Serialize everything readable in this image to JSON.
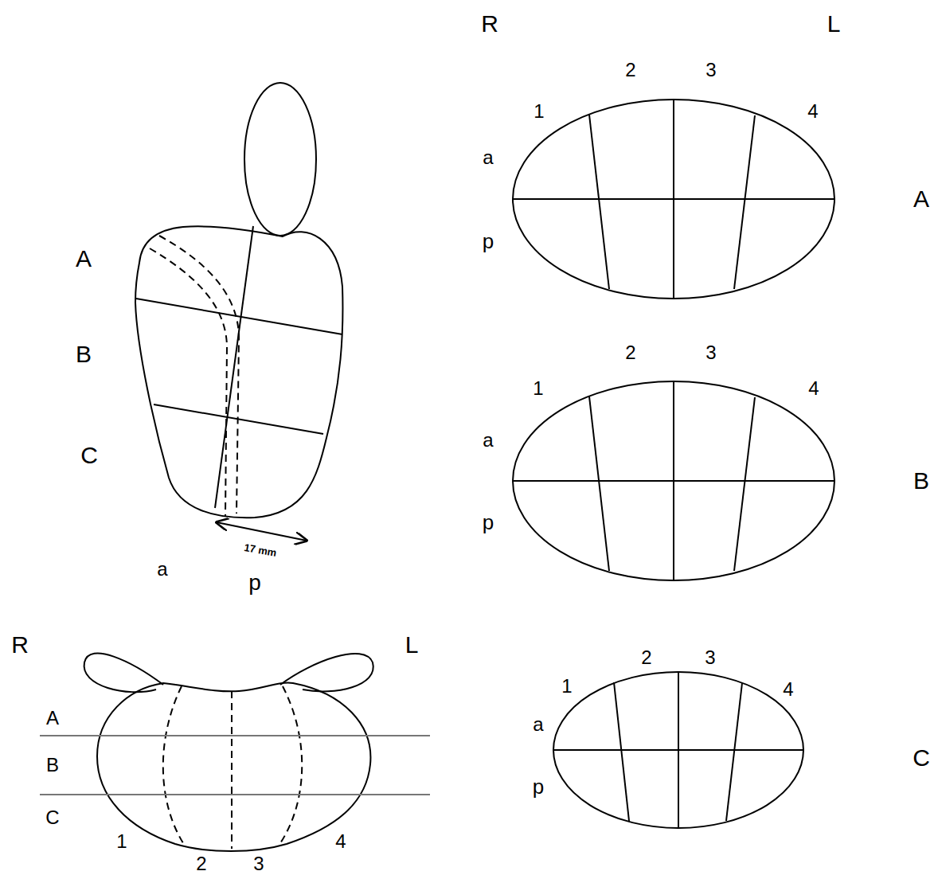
{
  "diagram": {
    "labels": [
      "A",
      "B",
      "C",
      "17 mm",
      "a",
      "p",
      "R",
      "L",
      "1",
      "2",
      "3",
      "4",
      "a",
      "p",
      "A",
      "1",
      "2",
      "3",
      "4",
      "a",
      "p",
      "B",
      "R",
      "L",
      "A",
      "B",
      "C",
      "1",
      "2",
      "3",
      "4",
      "1",
      "2",
      "3",
      "4",
      "a",
      "p",
      "C"
    ]
  }
}
